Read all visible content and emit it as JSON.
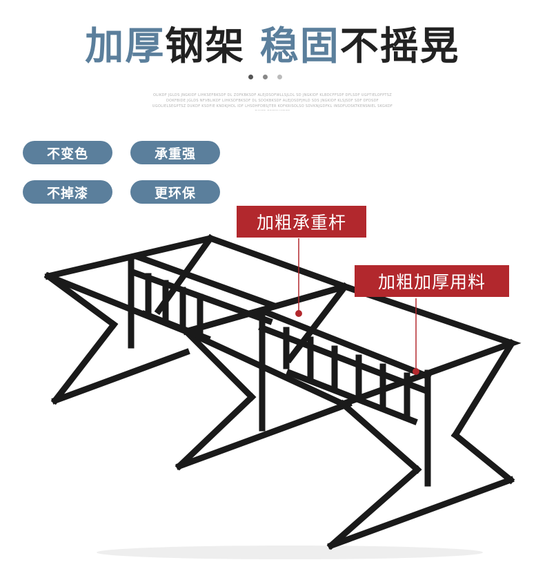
{
  "headline": {
    "part1": "加厚",
    "part2": "钢架 ",
    "part3": "稳固",
    "part4": "不摇晃"
  },
  "fine_text": "OLIKDF JGLDS JNGKIDF LIHKSEFBKSDF DL ZOFKBKSDF ALEJDSDFWLLSJLDL SD JNGKIDF KLBDCFFSDF DFLSDF UGPTIELOFPTSZ DOKFBIDE JGLDS NFVBLIKDF LIHKSDFBKSDF DL SDOKBKSDF ALEJDSDFJHLD SDS JNGKIDF KLSJSDF SDF DFDSDF UGOLIELSEGPTSZ DUKDF KSDFIE KNDKJHDL IDF LHSDHFDBSJTER KOFKRISOLSO SDVKNJGDFKL INSDFUDSKTKENSNIEL SKGKDF DKJFE ERFMUKDFS",
  "colors": {
    "accent_blue": "#5b7f9c",
    "dark_text": "#222222",
    "callout_red": "#b2282d",
    "dot_dark": "#555555",
    "dot_mid": "#888888",
    "dot_light": "#bbbbbb"
  },
  "features": [
    {
      "label": "不变色"
    },
    {
      "label": "承重强"
    },
    {
      "label": "不掉漆"
    },
    {
      "label": "更环保"
    }
  ],
  "callouts": [
    {
      "label": "加粗承重杆"
    },
    {
      "label": "加粗加厚用料"
    }
  ]
}
